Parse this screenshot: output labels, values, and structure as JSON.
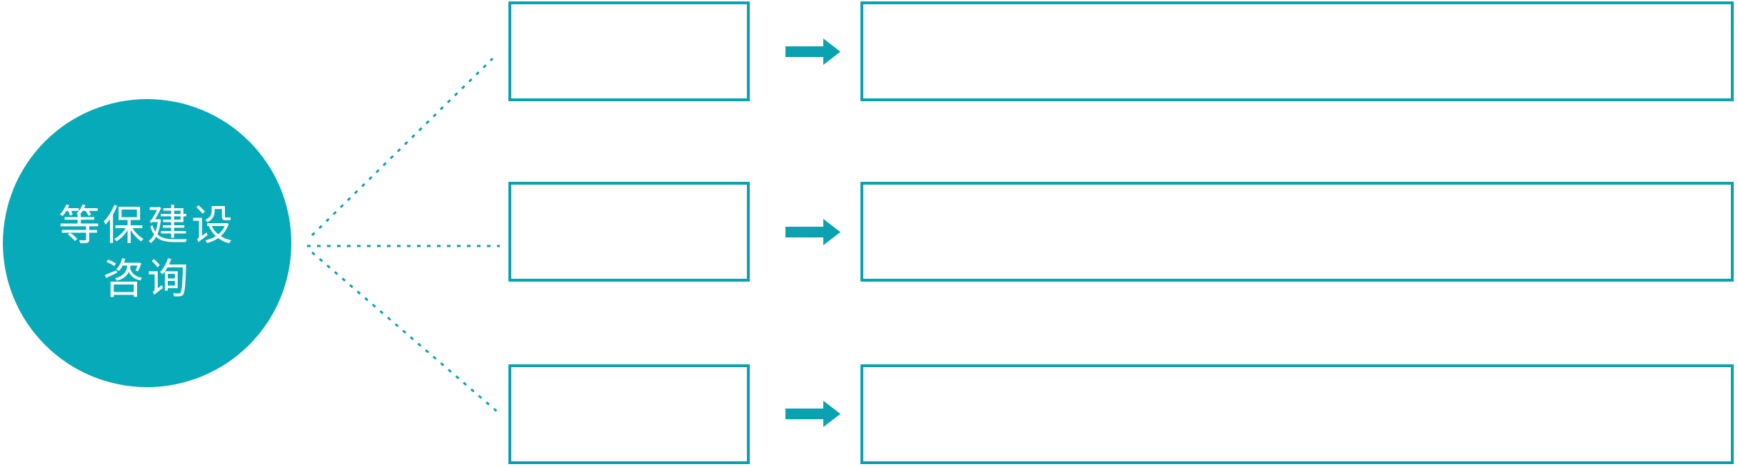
{
  "diagram": {
    "type": "radial-list",
    "center_node": {
      "label_line1": "等保建设",
      "label_line2": "咨询"
    },
    "rows": [
      {
        "category_label": "",
        "description_label": ""
      },
      {
        "category_label": "",
        "description_label": ""
      },
      {
        "category_label": "",
        "description_label": ""
      }
    ],
    "icons": {
      "row_arrow": "arrow-right-icon"
    },
    "colors": {
      "accent_stroke": "#0aa1b1",
      "circle_fill": "#06aab8",
      "circle_text": "#ffffff",
      "box_fill": "#ffffff",
      "background": "#ffffff"
    }
  }
}
